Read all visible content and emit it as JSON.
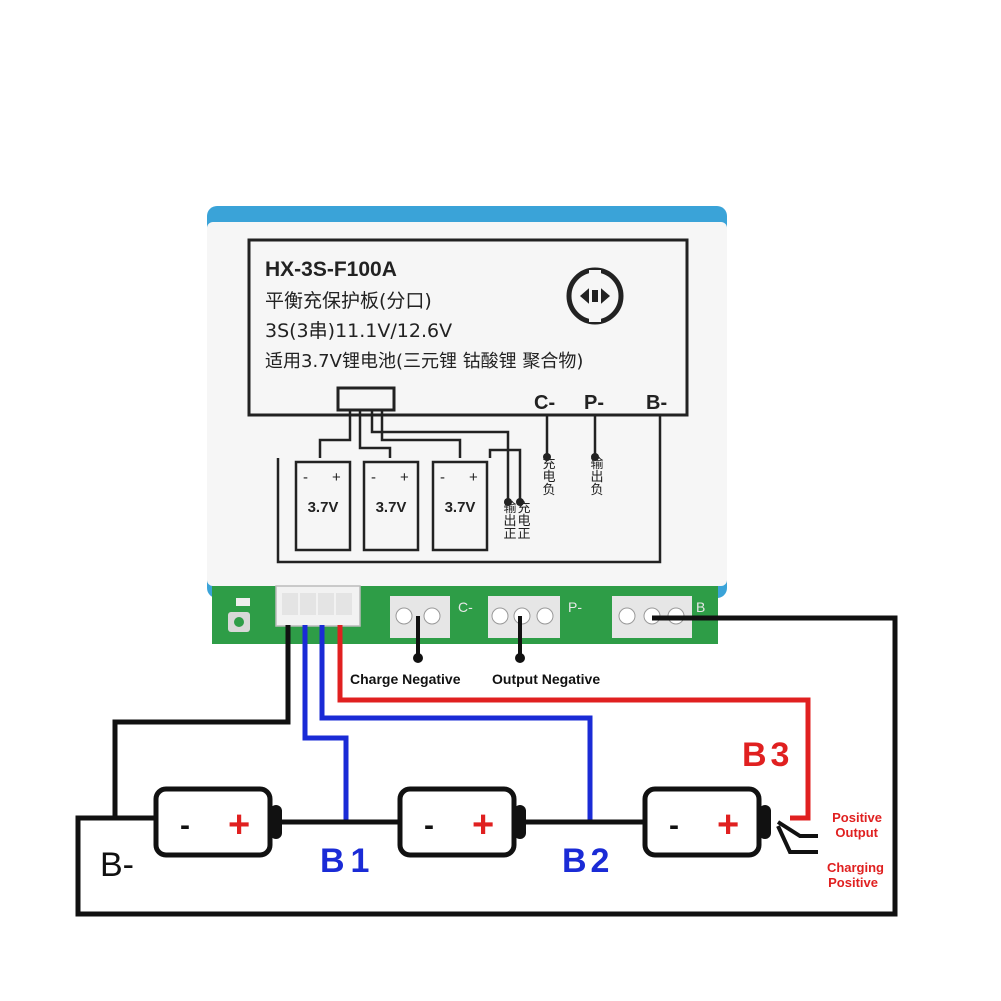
{
  "board": {
    "model": "HX-3S-F100A",
    "line2": "平衡充保护板(分口)",
    "line3": "3S(3串)11.1V/12.6V",
    "line4": "适用3.7V锂电池(三元锂 钴酸锂 聚合物)",
    "terminal_c": "C-",
    "terminal_p": "P-",
    "terminal_b": "B-",
    "cell_voltage": "3.7V",
    "charge_neg_vertical": "充电负",
    "output_neg_vertical": "输出负",
    "output_pos_vertical": "输出正",
    "charge_pos_vertical": "充电正",
    "pcb_c_label": "C-",
    "pcb_p_label": "P-",
    "pcb_b_label": "B"
  },
  "callouts": {
    "charge_negative": "Charge Negative",
    "output_negative": "Output Negative",
    "positive_output": "Positive Output",
    "charging_positive": "Charging Positive"
  },
  "wiring": {
    "b_minus": "B-",
    "b1": "B1",
    "b2": "B2",
    "b3": "B3"
  },
  "battery": {
    "minus_sign": "-",
    "plus_sign": "+"
  },
  "colors": {
    "board_blue": "#3aa3d8",
    "wire_black": "#111111",
    "wire_blue": "#1a2bd6",
    "wire_red": "#e02020",
    "pcb_green": "#2e9d47"
  }
}
